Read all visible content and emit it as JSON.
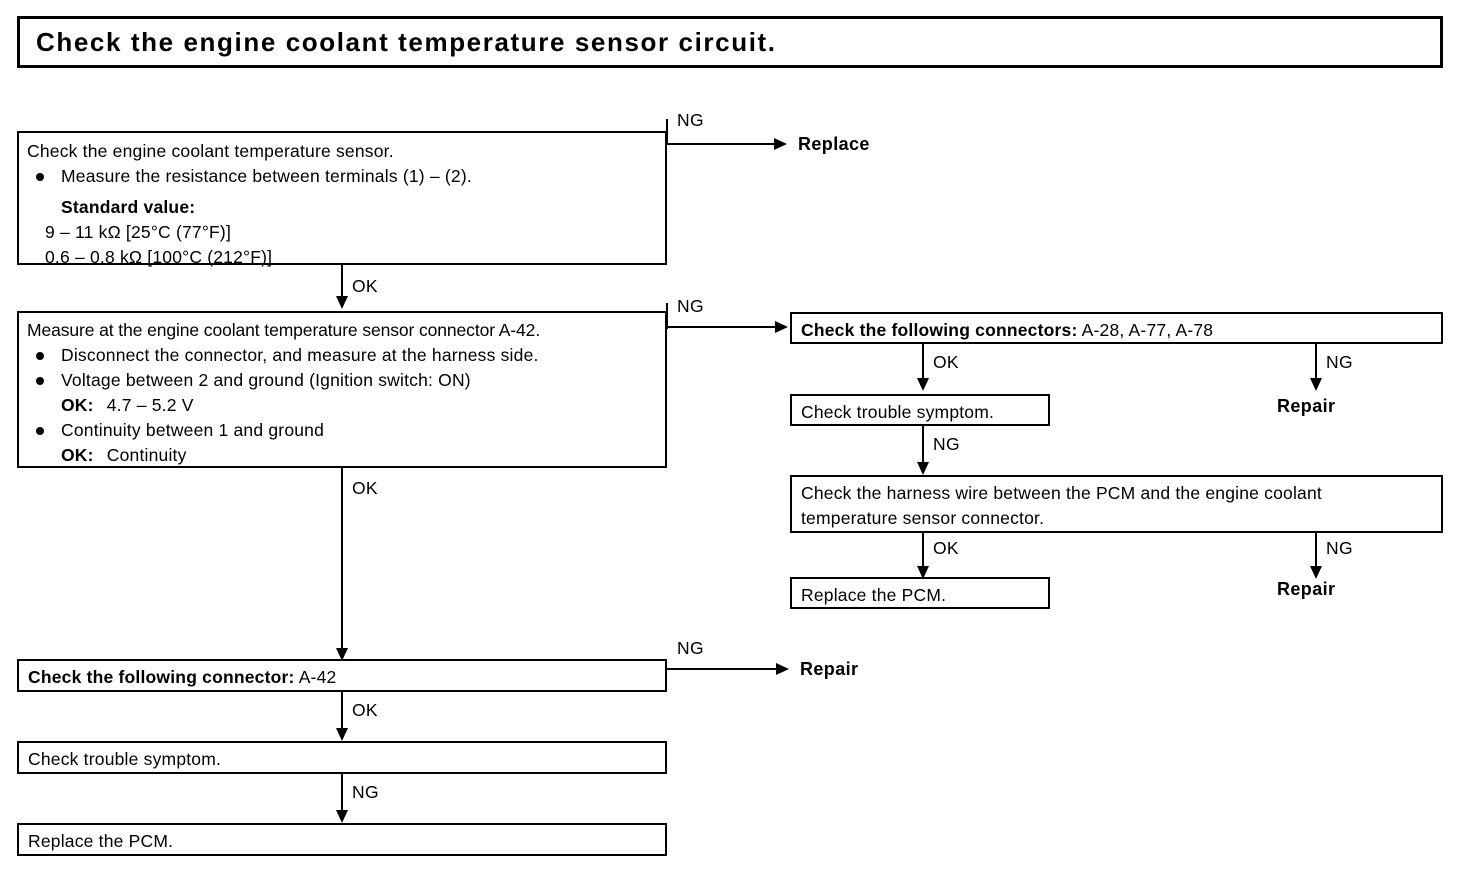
{
  "title": {
    "text": "Check the engine coolant temperature sensor circuit."
  },
  "boxes": {
    "sensor_check": {
      "heading": "Check the engine coolant temperature sensor.",
      "bullet1": "Measure the resistance between terminals (1) – (2).",
      "standard_label": "Standard value:",
      "value1": "9 – 11 kΩ [25°C (77°F)]",
      "value2": "0.6 – 0.8 kΩ [100°C (212°F)]"
    },
    "connector_measure": {
      "heading": "Measure at the engine coolant temperature sensor connector A-42.",
      "bullet1": "Disconnect the connector, and measure at the harness side.",
      "bullet2": "Voltage between 2 and ground (Ignition switch: ON)",
      "ok1_label": "OK:",
      "ok1_value": "4.7 – 5.2 V",
      "bullet3": "Continuity between 1 and ground",
      "ok2_label": "OK:",
      "ok2_value": "Continuity"
    },
    "check_connectors_multi": {
      "label": "Check the following connectors:",
      "value": "A-28, A-77, A-78"
    },
    "check_symptom_right": {
      "text": "Check trouble symptom."
    },
    "harness_wire": {
      "line1": "Check the harness wire between the PCM and the engine coolant",
      "line2": "temperature sensor connector."
    },
    "replace_pcm_right": {
      "text": "Replace the PCM."
    },
    "check_connector_single": {
      "label": "Check the following connector:",
      "value": "A-42"
    },
    "check_symptom_left": {
      "text": "Check trouble symptom."
    },
    "replace_pcm_left": {
      "text": "Replace the PCM."
    }
  },
  "terminals": {
    "replace_top": "Replace",
    "repair_right_upper": "Repair",
    "repair_right_lower": "Repair",
    "repair_bottom_left": "Repair"
  },
  "edge_labels": {
    "ng_sensor": "NG",
    "ok_sensor_to_measure": "OK",
    "ng_measure": "NG",
    "ok_measure_to_connector": "OK",
    "ok_connectors_to_symptom": "OK",
    "ng_connectors_repair": "NG",
    "ng_symptom_to_harness": "NG",
    "ok_harness_to_pcm": "OK",
    "ng_harness_repair": "NG",
    "ng_connector_a42": "NG",
    "ok_a42_to_symptom": "OK",
    "ng_symptom_to_pcm": "NG"
  }
}
